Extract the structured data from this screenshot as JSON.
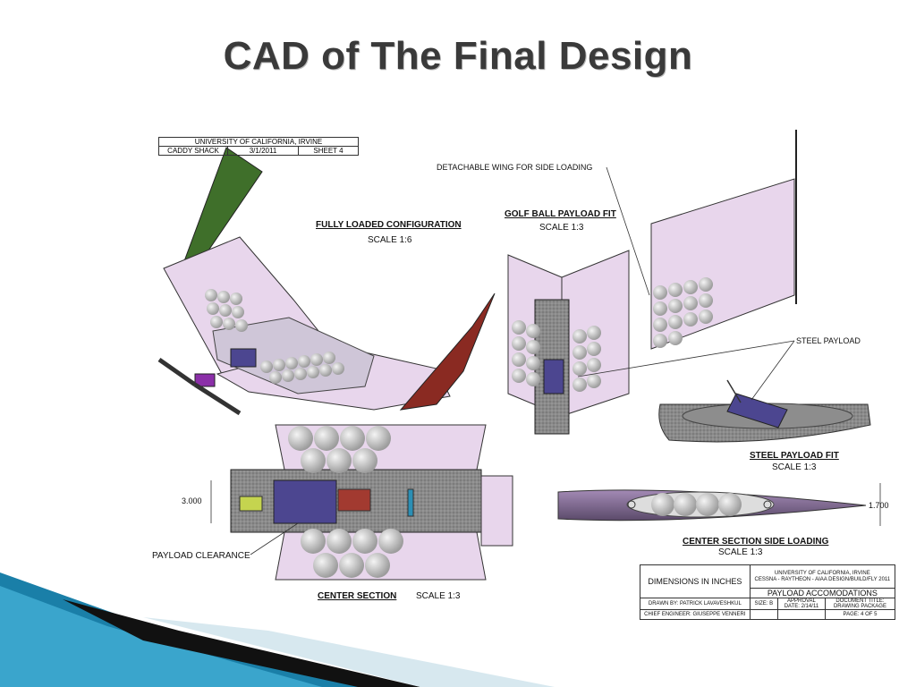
{
  "slide": {
    "title": "CAD of The Final Design"
  },
  "header_block": {
    "org": "UNIVERSITY OF CALIFORNIA, IRVINE",
    "team": "CADDY SHACK",
    "date": "3/1/2011",
    "sheet": "SHEET 4"
  },
  "views": {
    "fully_loaded_title": "FULLY LOADED CONFIGURATION",
    "fully_loaded_scale": "SCALE 1:6",
    "golf_fit_title": "GOLF BALL PAYLOAD FIT",
    "golf_fit_scale": "SCALE 1:3",
    "detachable_wing": "DETACHABLE WING FOR SIDE LOADING",
    "steel_payload": "STEEL PAYLOAD",
    "steel_fit_title": "STEEL PAYLOAD FIT",
    "steel_fit_scale": "SCALE 1:3",
    "center_side_title": "CENTER SECTION SIDE LOADING",
    "center_side_scale": "SCALE 1:3",
    "center_section_title": "CENTER SECTION",
    "center_section_scale": "SCALE 1:3",
    "payload_clearance": "PAYLOAD CLEARANCE",
    "dim_3000": "3.000",
    "dim_1700": "1.700"
  },
  "title_block": {
    "dimensions": "DIMENSIONS IN INCHES",
    "org": "UNIVERSITY OF CALIFORNIA, IRVINE",
    "competition": "CESSNA - RAYTHEON - AIAA DESIGN/BUILD/FLY 2011",
    "drawing_title": "PAYLOAD ACCOMODATIONS",
    "drawn_by": "DRAWN BY: PATRICK LAVAVESHKUL",
    "size": "SIZE: B",
    "approval": "APPROVAL",
    "approval_date": "DATE: 2/14/11",
    "doc_title": "DOCUMENT TITLE:",
    "doc_name": "DRAWING PACKAGE",
    "chief": "CHIEF ENGINEER: GIUSEPPE VENNERI",
    "page": "PAGE: 4 OF 5"
  },
  "colors": {
    "fuselage": "#e8d6ec",
    "left_winglet": "#3f6f2a",
    "right_winglet": "#8a2a22",
    "payload_steel": "#4c4690",
    "balls": "#c9c9c9",
    "accent_teal": "#2b8fb5"
  }
}
